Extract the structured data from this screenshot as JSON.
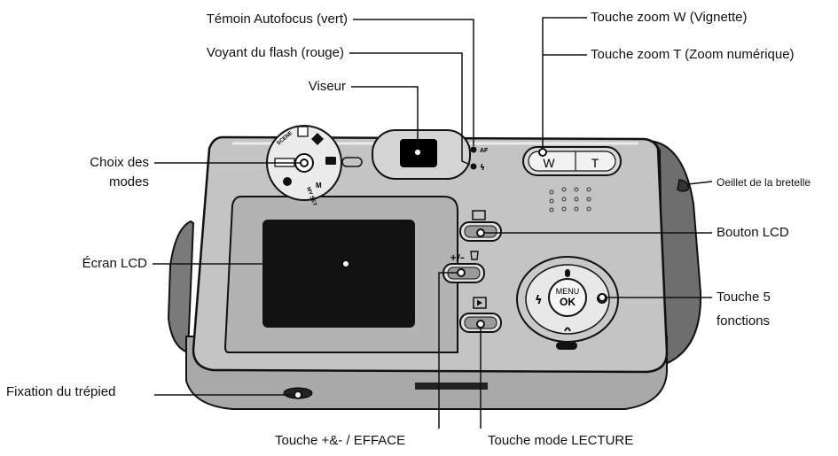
{
  "labels": {
    "af_lamp": "Témoin Autofocus (vert)",
    "flash_lamp": "Voyant du flash (rouge)",
    "viewfinder": "Viseur",
    "mode_dial_1": "Choix des",
    "mode_dial_2": "modes",
    "lcd_screen": "Écran LCD",
    "tripod": "Fixation du trépied",
    "zoom_w": "Touche zoom W (Vignette)",
    "zoom_t": "Touche zoom T (Zoom numérique)",
    "strap": "Oeillet de la bretelle",
    "lcd_button": "Bouton LCD",
    "five_way_1": "Touche 5",
    "five_way_2": "fonctions",
    "plus_minus_delete": "Touche +&- / EFFACE",
    "playback": "Touche mode LECTURE"
  },
  "camera": {
    "zoom_w_key": "W",
    "zoom_t_key": "T",
    "menu_text": "MENU",
    "ok_text": "OK",
    "af_text": "AF",
    "plus_minus_text": "+/–",
    "dial_scene": "SCENE",
    "dial_myset": "MY SET",
    "dial_m": "M"
  }
}
